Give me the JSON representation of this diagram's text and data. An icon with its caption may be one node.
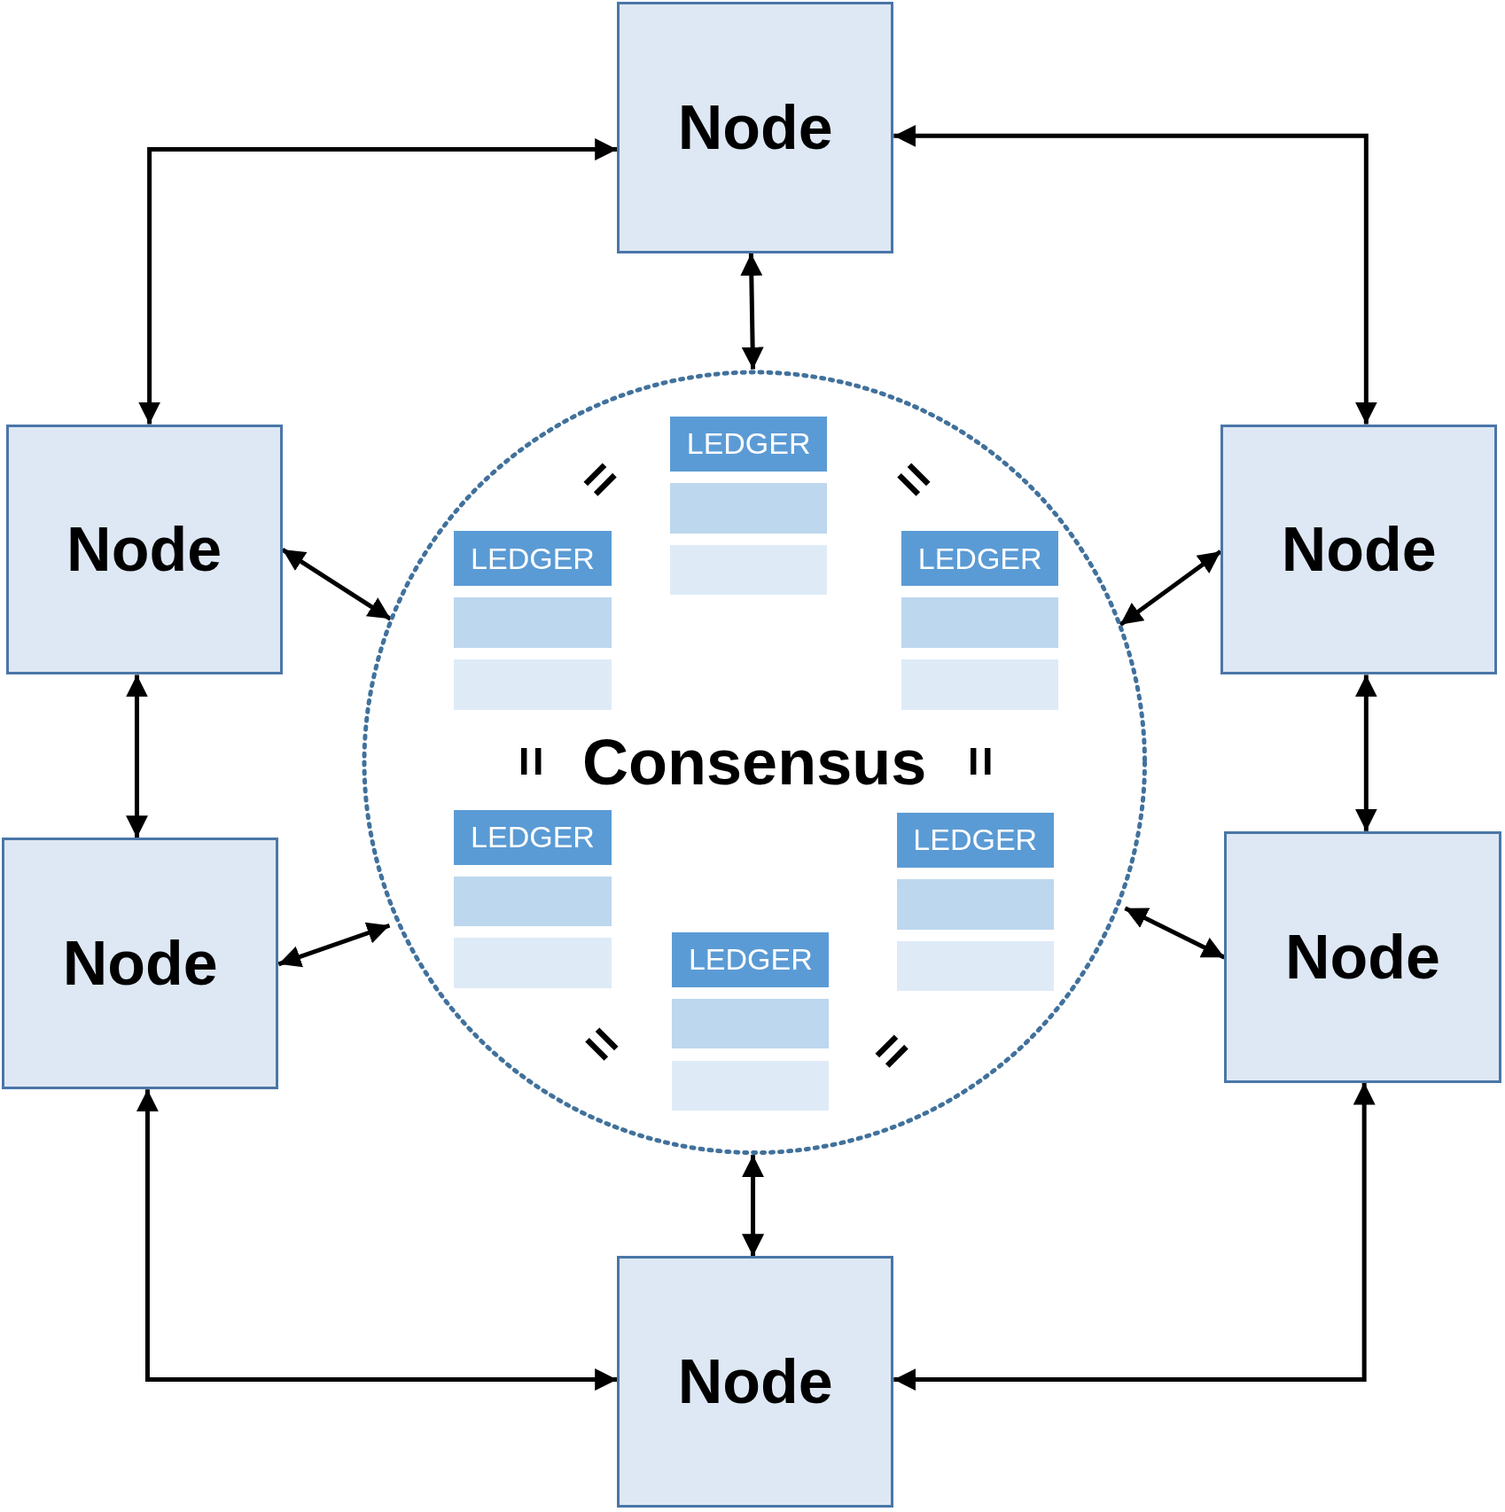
{
  "diagram": {
    "nodes": [
      {
        "text": [
          "Node"
        ]
      },
      {
        "text": [
          "Consensus"
        ]
      },
      {
        "text": [
          "LEDGER"
        ],
        "in": 1
      },
      {
        "text": [
          "LEDGER"
        ],
        "in": 1
      },
      {
        "text": [
          "LEDGER"
        ],
        "in": 1
      },
      {
        "text": [
          "LEDGER"
        ],
        "in": 1
      },
      {
        "text": [
          "LEDGER"
        ],
        "in": 1
      },
      {
        "text": [
          "LEDGER"
        ],
        "in": 1
      },
      {
        "text": [
          "Node"
        ]
      },
      {
        "text": [
          "Node"
        ]
      },
      {
        "text": [
          "Node"
        ]
      },
      {
        "text": [
          "Node"
        ]
      },
      {
        "text": [
          "Node"
        ]
      }
    ],
    "edges": [
      {
        "from": 8,
        "to": 0,
        "arrow": "both"
      },
      {
        "from": 0,
        "to": 9,
        "arrow": "both"
      },
      {
        "from": 0,
        "to": 1,
        "arrow": "both"
      },
      {
        "from": 8,
        "to": 1,
        "arrow": "both"
      },
      {
        "from": 9,
        "to": 1,
        "arrow": "both"
      },
      {
        "from": 8,
        "to": 10,
        "arrow": "both"
      },
      {
        "from": 9,
        "to": 11,
        "arrow": "both"
      },
      {
        "from": 10,
        "to": 1,
        "arrow": "both"
      },
      {
        "from": 11,
        "to": 1,
        "arrow": "both"
      },
      {
        "from": 1,
        "to": 12,
        "arrow": "both"
      },
      {
        "from": 10,
        "to": 12,
        "arrow": "both"
      },
      {
        "from": 11,
        "to": 12,
        "arrow": "both"
      }
    ],
    "labels": [
      "=",
      "=",
      "=",
      "=",
      "=",
      "="
    ]
  }
}
